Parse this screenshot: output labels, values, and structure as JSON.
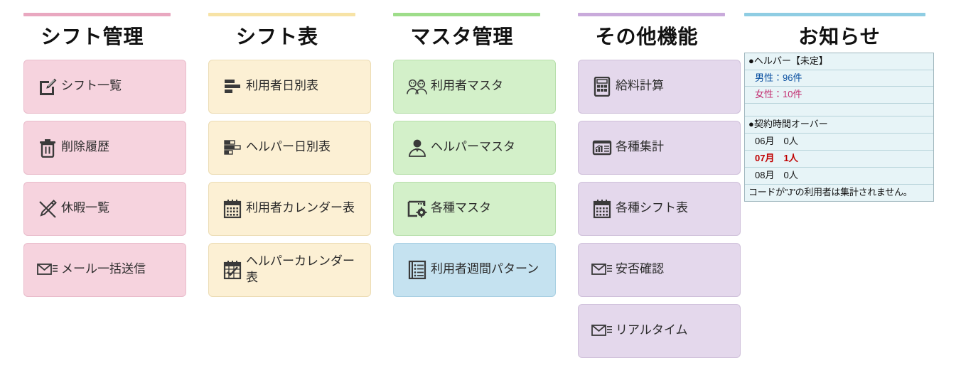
{
  "colors": {
    "pink_card": "#f6d3de",
    "yellow_card": "#fcf0d4",
    "green_card": "#d3f0c9",
    "purple_card": "#e4d8ec",
    "blue_card": "#c5e2f0",
    "bar_pink": "#e9a8c0",
    "bar_yellow": "#f7e3a6",
    "bar_green": "#9edd8a",
    "bar_purple": "#c9aadb",
    "bar_blue": "#8fcde3",
    "notice_bg": "#e7f4f7",
    "male_text": "#0a4fa0",
    "female_text": "#c22a6e",
    "alert_text": "#c00000"
  },
  "columns": [
    {
      "title": "シフト管理",
      "accent": "bar-pink",
      "cards": [
        {
          "label": "シフト一覧",
          "icon": "pencil-square-icon",
          "color": "pink"
        },
        {
          "label": "削除履歴",
          "icon": "trash-icon",
          "color": "pink"
        },
        {
          "label": "休暇一覧",
          "icon": "pencil-strike-icon",
          "color": "pink"
        },
        {
          "label": "メール一括送信",
          "icon": "mail-bulk-icon",
          "color": "pink"
        }
      ]
    },
    {
      "title": "シフト表",
      "accent": "bar-yellow",
      "cards": [
        {
          "label": "利用者日別表",
          "icon": "bar-chart-solid-icon",
          "color": "yellow"
        },
        {
          "label": "ヘルパー日別表",
          "icon": "bar-chart-outline-icon",
          "color": "yellow"
        },
        {
          "label": "利用者カレンダー表",
          "icon": "calendar-grid-icon",
          "color": "yellow"
        },
        {
          "label": "ヘルパーカレンダー表",
          "icon": "calendar-check-icon",
          "color": "yellow"
        }
      ]
    },
    {
      "title": "マスタ管理",
      "accent": "bar-green",
      "cards": [
        {
          "label": "利用者マスタ",
          "icon": "two-people-icon",
          "color": "green"
        },
        {
          "label": "ヘルパーマスタ",
          "icon": "person-icon",
          "color": "green"
        },
        {
          "label": "各種マスタ",
          "icon": "window-gear-icon",
          "color": "green"
        },
        {
          "label": "利用者週間パターン",
          "icon": "list-document-icon",
          "color": "blue"
        }
      ]
    },
    {
      "title": "その他機能",
      "accent": "bar-purple",
      "cards": [
        {
          "label": "給料計算",
          "icon": "calculator-icon",
          "color": "purple"
        },
        {
          "label": "各種集計",
          "icon": "report-chart-icon",
          "color": "purple"
        },
        {
          "label": "各種シフト表",
          "icon": "calendar-grid-icon",
          "color": "purple"
        },
        {
          "label": "安否確認",
          "icon": "mail-bulk-icon",
          "color": "purple"
        },
        {
          "label": "リアルタイム",
          "icon": "mail-bulk-icon",
          "color": "purple"
        }
      ]
    }
  ],
  "notice": {
    "title": "お知らせ",
    "accent": "bar-blue",
    "rows": [
      {
        "type": "head",
        "text": "●ヘルパー【未定】",
        "color": "c-dark"
      },
      {
        "type": "indent",
        "text": "男性：96件",
        "color": "c-blue"
      },
      {
        "type": "indent",
        "text": "女性：10件",
        "color": "c-pink"
      },
      {
        "type": "spacer",
        "text": "",
        "color": "c-dark"
      },
      {
        "type": "head",
        "text": "●契約時間オーバー",
        "color": "c-dark"
      },
      {
        "type": "indent",
        "text": "06月　0人",
        "color": "c-dark"
      },
      {
        "type": "indent",
        "text": "07月　1人",
        "color": "c-red"
      },
      {
        "type": "indent",
        "text": "08月　0人",
        "color": "c-dark"
      },
      {
        "type": "foot",
        "text": "コードが\"J\"の利用者は集計されません。",
        "color": "c-dark"
      }
    ]
  }
}
